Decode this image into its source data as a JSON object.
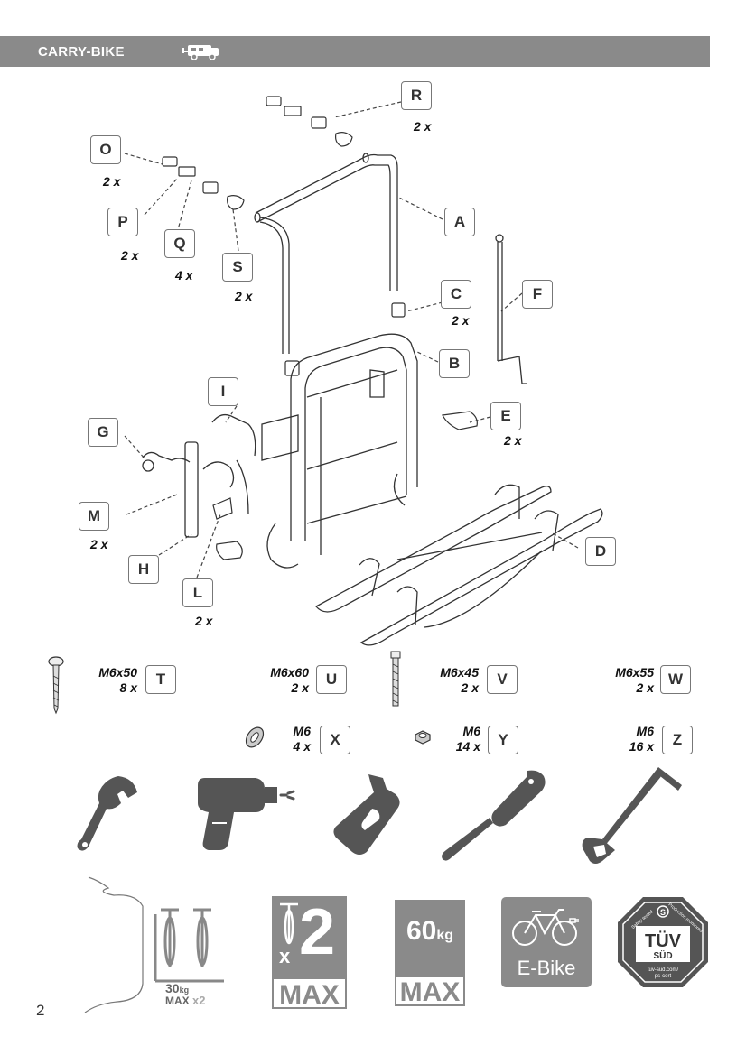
{
  "header": {
    "title": "CARRY-BIKE",
    "icon": "camper-van-icon"
  },
  "parts": {
    "A": {
      "label": "A",
      "qty": ""
    },
    "B": {
      "label": "B",
      "qty": ""
    },
    "C": {
      "label": "C",
      "qty": "2 x"
    },
    "D": {
      "label": "D",
      "qty": ""
    },
    "E": {
      "label": "E",
      "qty": "2 x"
    },
    "F": {
      "label": "F",
      "qty": ""
    },
    "G": {
      "label": "G",
      "qty": ""
    },
    "H": {
      "label": "H",
      "qty": ""
    },
    "I": {
      "label": "I",
      "qty": ""
    },
    "L": {
      "label": "L",
      "qty": "2 x"
    },
    "M": {
      "label": "M",
      "qty": "2 x"
    },
    "O": {
      "label": "O",
      "qty": "2 x"
    },
    "P": {
      "label": "P",
      "qty": "2 x"
    },
    "Q": {
      "label": "Q",
      "qty": "4 x"
    },
    "R": {
      "label": "R",
      "qty": "2 x"
    },
    "S": {
      "label": "S",
      "qty": "2 x"
    }
  },
  "hardware": {
    "T": {
      "label": "T",
      "size": "M6x50",
      "qty": "8 x"
    },
    "U": {
      "label": "U",
      "size": "M6x60",
      "qty": "2 x"
    },
    "V": {
      "label": "V",
      "size": "M6x45",
      "qty": "2 x"
    },
    "W": {
      "label": "W",
      "size": "M6x55",
      "qty": "2 x"
    },
    "X": {
      "label": "X",
      "size": "M6",
      "qty": "4 x"
    },
    "Y": {
      "label": "Y",
      "size": "M6",
      "qty": "14 x"
    },
    "Z": {
      "label": "Z",
      "size": "M6",
      "qty": "16 x"
    }
  },
  "tools": [
    "wrench-icon",
    "drill-icon",
    "sealant-tube-icon",
    "screwdriver-icon",
    "hacksaw-icon"
  ],
  "specs": {
    "load_small": {
      "value": "30",
      "unit": "kg",
      "max": "MAX",
      "mult": "x2"
    },
    "bikes_max": {
      "mult": "x",
      "count": "2",
      "max": "MAX"
    },
    "weight_max": {
      "value": "60",
      "unit": "kg",
      "max": "MAX"
    },
    "ebike": {
      "label": "E-Bike"
    },
    "tuv": {
      "name": "TÜV",
      "sub": "SÜD",
      "top_left": "Safety tested",
      "top_right": "Production monitored",
      "url": "tuv-sud.com/",
      "cert": "ps-cert"
    }
  },
  "page": {
    "number": "2"
  },
  "colors": {
    "header": "#8a8a8a",
    "badge": "#8a8a8a",
    "label_border": "#777777"
  }
}
